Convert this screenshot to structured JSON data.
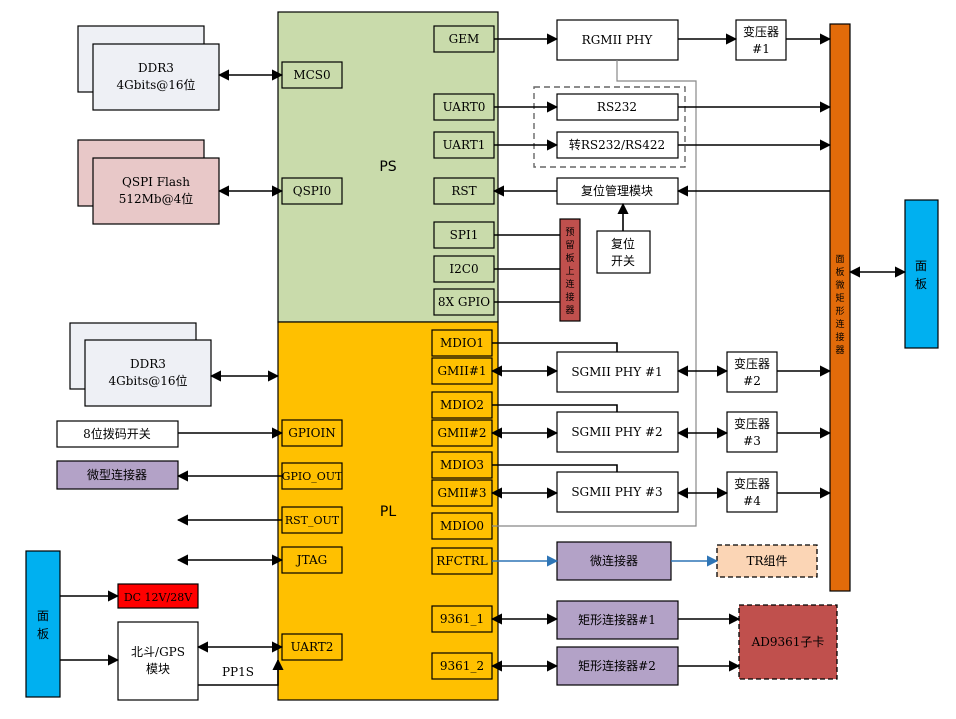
{
  "colors": {
    "ps": "#c9dbab",
    "pl": "#ffc000",
    "cyan": "#00b0f0",
    "orange": "#e26b0a",
    "red_box": "#c0504d",
    "purple": "#b3a2c7",
    "pink": "#e8c8c8",
    "peach": "#fbd5b5",
    "power_red": "#ff0000",
    "gray_box": "#eef0f5"
  },
  "ps": {
    "label": "PS",
    "ports": [
      "GEM",
      "UART0",
      "UART1",
      "RST",
      "SPI1",
      "I2C0",
      "8X GPIO"
    ],
    "left_ports": [
      "MCS0",
      "QSPI0"
    ]
  },
  "pl": {
    "label": "PL",
    "ports": [
      "MDIO1",
      "GMII#1",
      "MDIO2",
      "GMII#2",
      "MDIO3",
      "GMII#3",
      "MDIO0",
      "RFCTRL",
      "9361_1",
      "9361_2"
    ],
    "left_ports": [
      "GPIOIN",
      "GPIO_OUT",
      "RST_OUT",
      "JTAG",
      "UART2"
    ]
  },
  "left": {
    "ddr3_top": [
      "DDR3",
      "4Gbits@16位"
    ],
    "qspi": [
      "QSPI Flash",
      "512Mb@4位"
    ],
    "ddr3_bottom": [
      "DDR3",
      "4Gbits@16位"
    ],
    "dip_switch": "8位拨码开关",
    "micro_conn": "微型连接器",
    "panel": [
      "面",
      "板"
    ],
    "power": "DC 12V/28V",
    "gps": [
      "北斗/GPS",
      "模块"
    ],
    "pps": "PP1S"
  },
  "middle": {
    "rgmii": "RGMII PHY",
    "rs232": "RS232",
    "rs422": "转RS232/RS422",
    "reset_mgr": "复位管理模块",
    "reset_sw": [
      "复位",
      "开关"
    ],
    "reserved_conn": [
      "预",
      "留",
      "板",
      "上",
      "连",
      "接",
      "器"
    ],
    "sgmii": [
      "SGMII PHY #1",
      "SGMII PHY #2",
      "SGMII PHY #3"
    ],
    "micro_conn2": "微连接器",
    "tr": "TR组件",
    "rect_conn": [
      "矩形连接器#1",
      "矩形连接器#2"
    ],
    "ad9361": "AD9361子卡"
  },
  "right": {
    "transformers": [
      [
        "变压器",
        "#1"
      ],
      [
        "变压器",
        "#2"
      ],
      [
        "变压器",
        "#3"
      ],
      [
        "变压器",
        "#4"
      ]
    ],
    "panel_rect_conn": [
      "面",
      "板",
      "微",
      "矩",
      "形",
      "连",
      "接",
      "器"
    ],
    "panel": [
      "面",
      "板"
    ]
  }
}
